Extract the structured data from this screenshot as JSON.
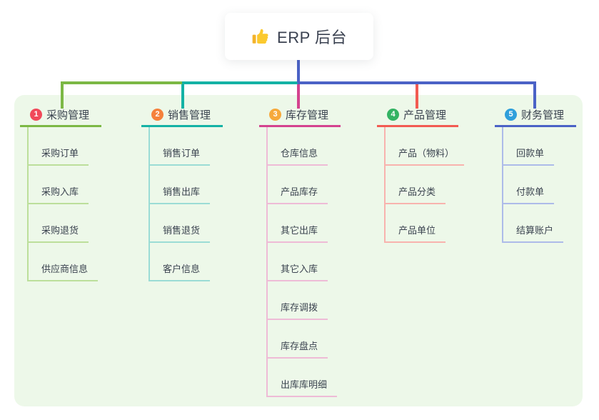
{
  "root": {
    "label": "ERP 后台",
    "icon": "thumbs-up-icon",
    "line_color": "#4b62c6"
  },
  "colors": {
    "panel_background": "#edf8e9",
    "text": "#3b4350"
  },
  "branches": [
    {
      "number": "1",
      "label": "采购管理",
      "badge_color": "#f1495a",
      "line_color": "#7cb845",
      "line_light": "#bcdf9b",
      "children": [
        "采购订单",
        "采购入库",
        "采购退货",
        "供应商信息"
      ]
    },
    {
      "number": "2",
      "label": "销售管理",
      "badge_color": "#f5813c",
      "line_color": "#14b2a5",
      "line_light": "#9bdcd5",
      "children": [
        "销售订单",
        "销售出库",
        "销售退货",
        "客户信息"
      ]
    },
    {
      "number": "3",
      "label": "库存管理",
      "badge_color": "#f6a93b",
      "line_color": "#d4438f",
      "line_light": "#eebbd6",
      "children": [
        "仓库信息",
        "产品库存",
        "其它出库",
        "其它入库",
        "库存调拨",
        "库存盘点",
        "出库库明细"
      ]
    },
    {
      "number": "4",
      "label": "产品管理",
      "badge_color": "#33b363",
      "line_color": "#f25b52",
      "line_light": "#f8b3ae",
      "children": [
        "产品（物料）",
        "产品分类",
        "产品单位"
      ]
    },
    {
      "number": "5",
      "label": "财务管理",
      "badge_color": "#2f9fdb",
      "line_color": "#4b62c6",
      "line_light": "#adbbe9",
      "children": [
        "回款单",
        "付款单",
        "结算账户"
      ]
    }
  ]
}
